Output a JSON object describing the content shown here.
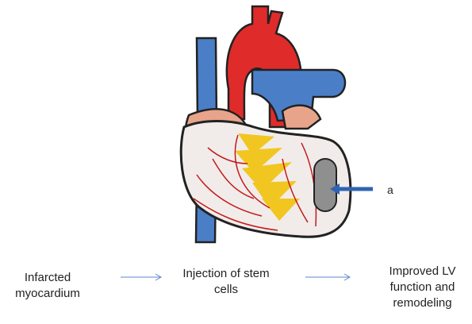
{
  "annotation": {
    "label": "a"
  },
  "flow": {
    "steps": [
      {
        "lines": [
          "Infarcted",
          "myocardium"
        ]
      },
      {
        "lines": [
          "Injection of stem",
          "cells"
        ]
      },
      {
        "lines": [
          "Improved LV",
          "function and",
          "remodeling"
        ]
      }
    ]
  },
  "colors": {
    "vena_cava": "#4a7fc8",
    "aorta": "#e02b2b",
    "atrium": "#e8a48a",
    "myocardium": "#f1ecea",
    "vessels": "#c41a1a",
    "stem_cells": "#f2c416",
    "infarct": "#8f8f8f",
    "arrow": "#2f63b3",
    "flow_arrow": "#5b87cc"
  }
}
